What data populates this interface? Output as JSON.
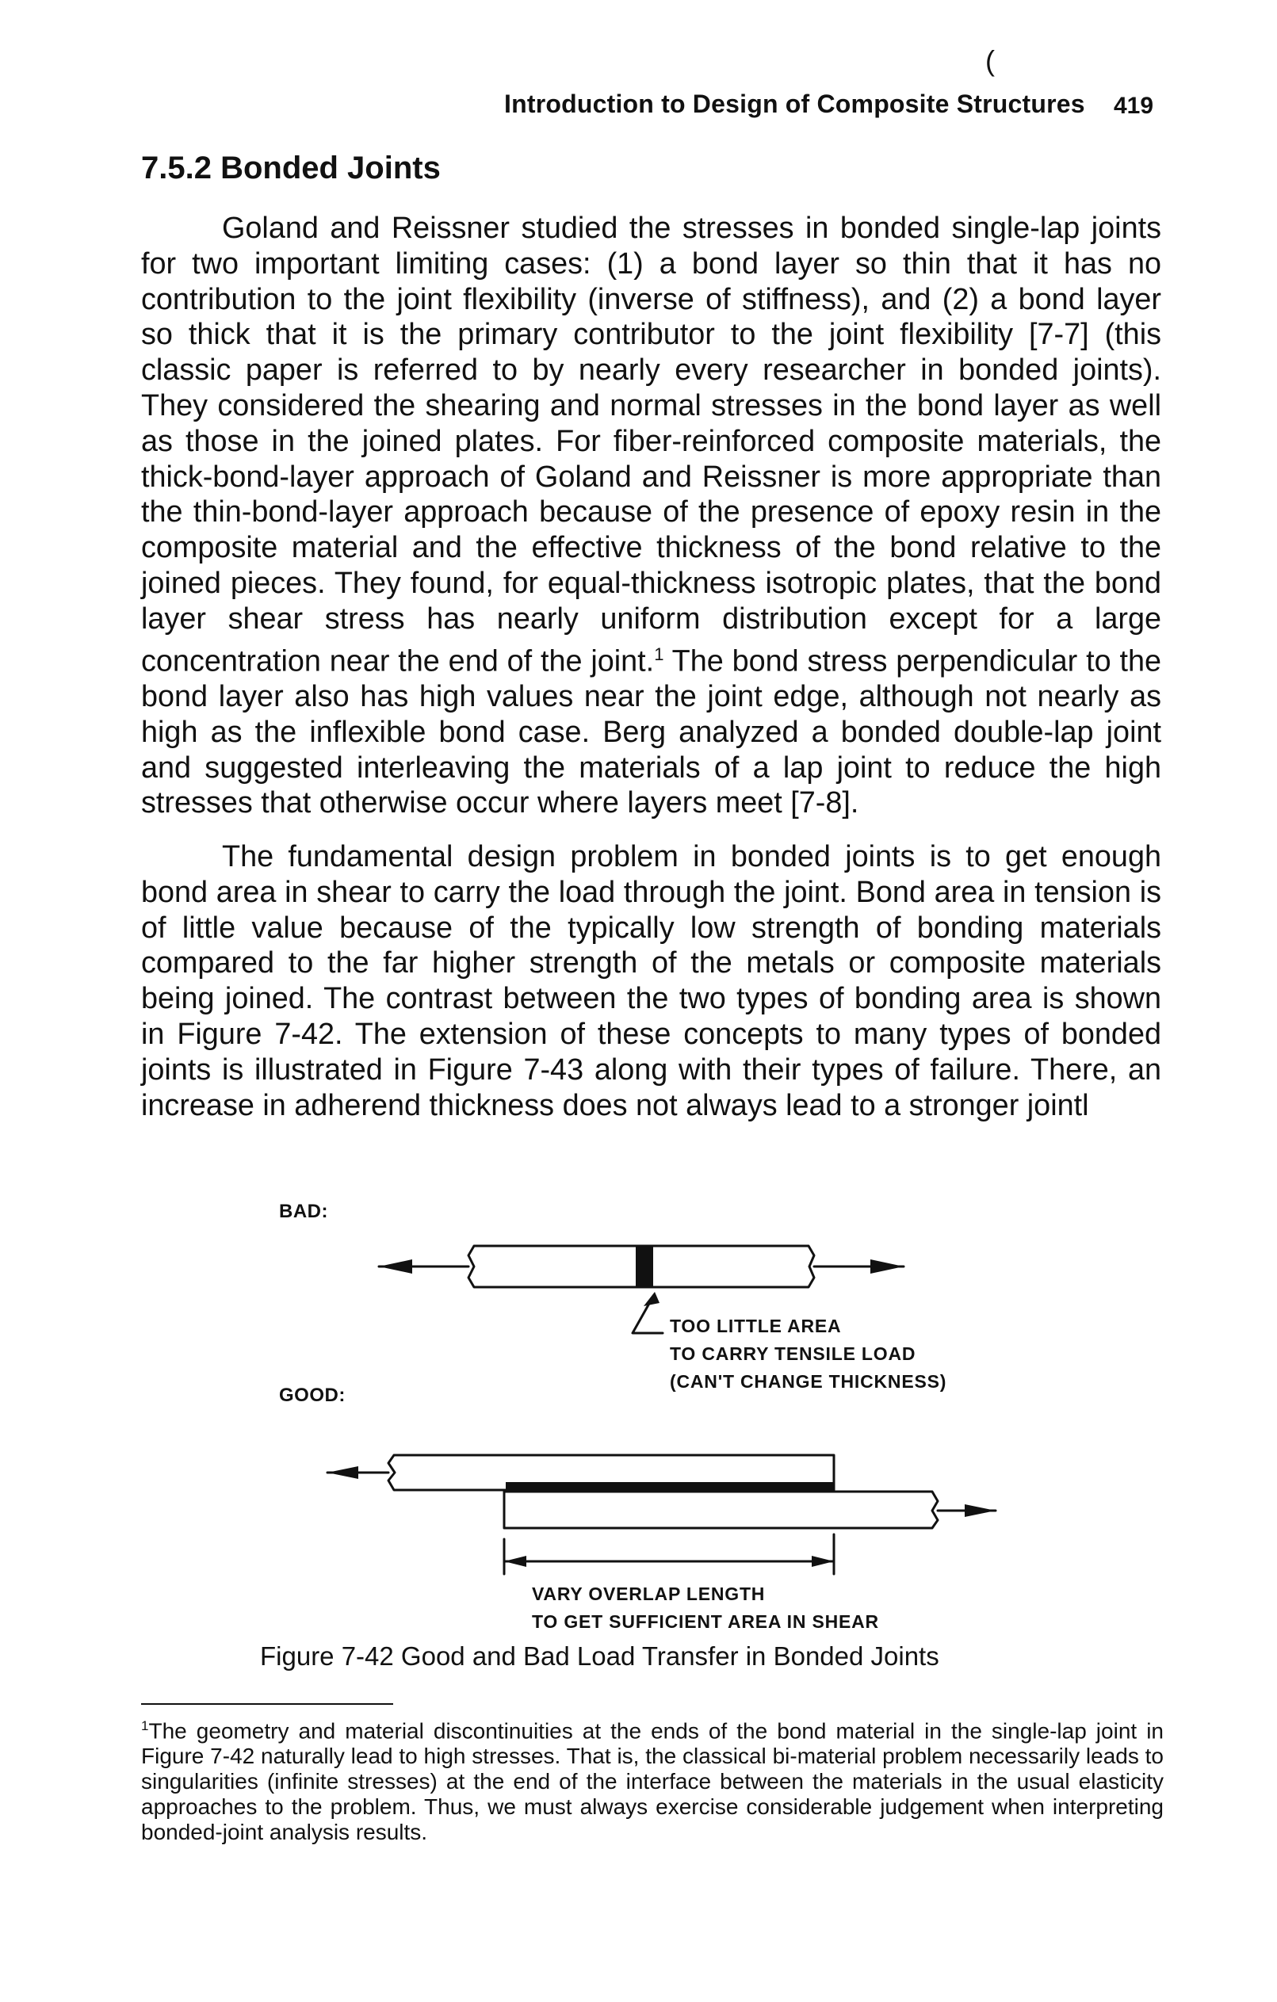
{
  "header": {
    "mark": "(",
    "running_title": "Introduction to Design of Composite Structures",
    "page_number": "419"
  },
  "section": {
    "heading": "7.5.2 Bonded Joints"
  },
  "paragraphs": {
    "p1_a": "Goland and Reissner studied the stresses in bonded single-lap joints for two important limiting cases: (1) a bond layer so thin that it has no contribution to the joint flexibility (inverse of stiffness), and (2) a bond layer so thick that it is the primary contributor to the joint flexibility [7-7] (this classic paper is referred to by nearly every researcher in bonded joints). They considered the shearing and normal stresses in the bond layer as well as those in the joined plates. For fiber-reinforced composite materials, the thick-bond-layer approach of Goland and Reissner is more appropriate than the thin-bond-layer approach because of the presence of epoxy resin in the composite material and the effective thickness of the bond relative to the joined pieces. They found, for equal-thickness isotropic plates, that the bond layer shear stress has nearly uniform distribution except for a large concentration near the end of the joint.",
    "p1_sup": "1",
    "p1_b": " The bond stress perpendicular to the bond layer also has high values near the joint edge, although not nearly as high as the inflexible bond case. Berg analyzed a bonded double-lap joint and suggested interleaving the materials of a lap joint to reduce the high stresses that otherwise occur where layers meet [7-8].",
    "p2": "The fundamental design problem in bonded joints is to get enough bond area in shear to carry the load through the joint. Bond area in tension is of little value because of the typically low strength of bonding materials compared to the far higher strength of the metals or composite materials being joined. The contrast between the two types of bonding area is shown in Figure 7-42. The extension of these concepts to many types of bonded joints is illustrated in Figure 7-43 along with their types of failure. There, an increase in adherend thickness does not always lead to a stronger jointl"
  },
  "figure": {
    "bad_label": "BAD:",
    "good_label": "GOOD:",
    "bad_annotation": [
      "TOO LITTLE AREA",
      "TO CARRY TENSILE LOAD",
      "(CAN'T CHANGE THICKNESS)"
    ],
    "good_annotation": [
      "VARY OVERLAP LENGTH",
      "TO GET SUFFICIENT AREA IN SHEAR"
    ],
    "caption": "Figure 7-42   Good and Bad Load Transfer in Bonded Joints"
  },
  "footnote": {
    "marker": "1",
    "text": "The geometry and material discontinuities at the ends of the bond material in the single-lap joint in Figure 7-42 naturally lead to high stresses. That is, the classical bi-material problem necessarily leads to singularities (infinite stresses) at the end of the interface between the materials in the usual elasticity approaches to the problem. Thus, we must always exercise considerable judgement when interpreting bonded-joint analysis results."
  }
}
